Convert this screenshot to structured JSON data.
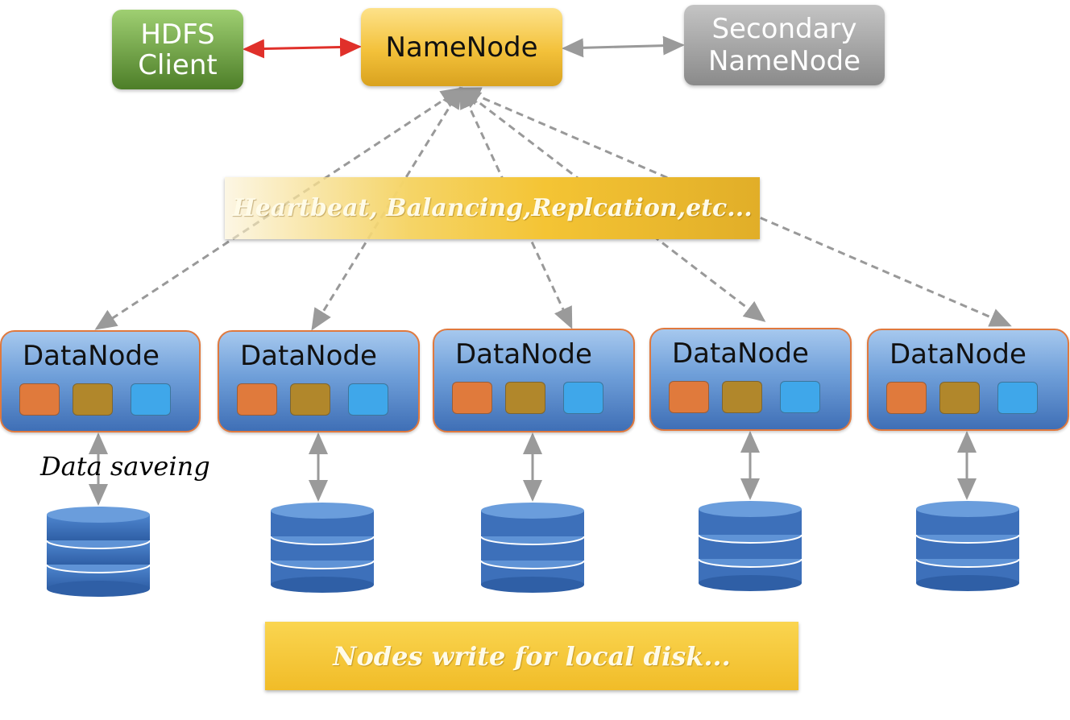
{
  "client": {
    "line1": "HDFS",
    "line2": "Client"
  },
  "namenode": {
    "label": "NameNode"
  },
  "secondary": {
    "line1": "Secondary",
    "line2": "NameNode"
  },
  "banner_top": "Heartbeat, Balancing,Replcation,etc...",
  "banner_bottom": "Nodes write for local disk...",
  "datanodes": [
    {
      "label": "DataNode"
    },
    {
      "label": "DataNode"
    },
    {
      "label": "DataNode"
    },
    {
      "label": "DataNode"
    },
    {
      "label": "DataNode"
    }
  ],
  "data_saving_label": "Data saveing",
  "colors": {
    "client": "#6a9c3c",
    "namenode": "#f3c13a",
    "secondary": "#9a9a9a",
    "datanode_border": "#e0793e",
    "block_orange": "#e07a3c",
    "block_olive": "#b1872b",
    "block_blue": "#3fa7ea",
    "arrow_red": "#e0302a",
    "arrow_gray": "#999999"
  }
}
